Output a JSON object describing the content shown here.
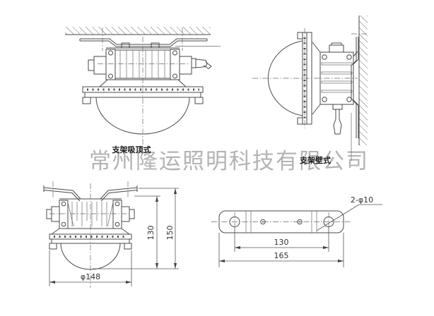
{
  "company_watermark": "常州隆运照明科技有限公司",
  "views": {
    "ceiling_mount": {
      "label": "支架吸顶式"
    },
    "wall_mount": {
      "label": "支架壁式"
    },
    "front_dimensioned": {
      "body_height_mm": "130",
      "overall_height_mm": "150",
      "glass_diameter": "φ148"
    },
    "mounting_plate": {
      "holes_note": "2-φ10",
      "hole_spacing_mm": "130",
      "plate_length_mm": "165"
    }
  },
  "colors": {
    "line": "#4a4a4a",
    "dim_text": "#333333",
    "watermark": "#b3b3b3",
    "background": "#ffffff"
  }
}
